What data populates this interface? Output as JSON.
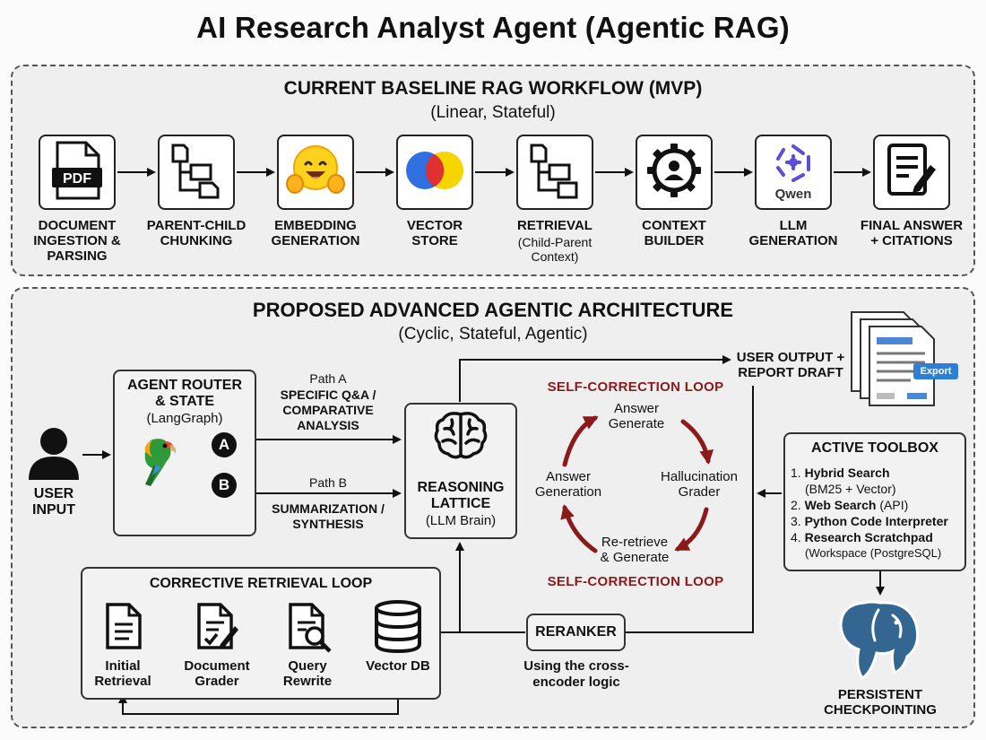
{
  "title": "AI Research Analyst Agent (Agentic RAG)",
  "baseline": {
    "title": "CURRENT BASELINE RAG WORKFLOW (MVP)",
    "subtitle": "(Linear, Stateful)",
    "steps": [
      {
        "label": "DOCUMENT\nINGESTION &\nPARSING",
        "sub": "",
        "icon": "pdf-icon",
        "icon_text": "PDF"
      },
      {
        "label": "PARENT-CHILD\nCHUNKING",
        "sub": "",
        "icon": "hierarchy-icon"
      },
      {
        "label": "EMBEDDING\nGENERATION",
        "sub": "",
        "icon": "hugging-face-icon"
      },
      {
        "label": "VECTOR\nSTORE",
        "sub": "",
        "icon": "venn-icon"
      },
      {
        "label": "RETRIEVAL",
        "sub": "(Child-Parent\nContext)",
        "icon": "hierarchy-icon"
      },
      {
        "label": "CONTEXT\nBUILDER",
        "sub": "",
        "icon": "gear-user-icon"
      },
      {
        "label": "LLM\nGENERATION",
        "sub": "",
        "icon": "qwen-icon",
        "icon_text": "Qwen"
      },
      {
        "label": "FINAL ANSWER\n+ CITATIONS",
        "sub": "",
        "icon": "document-pen-icon"
      }
    ]
  },
  "advanced": {
    "title": "PROPOSED ADVANCED AGENTIC ARCHITECTURE",
    "subtitle": "(Cyclic, Stateful, Agentic)",
    "user_input": "USER\nINPUT",
    "router": {
      "title": "AGENT ROUTER\n& STATE",
      "sub": "(LangGraph)",
      "node_a": "A",
      "node_b": "B"
    },
    "path_a": {
      "label": "Path A",
      "desc": "SPECIFIC Q&A /\nCOMPARATIVE\nANALYSIS"
    },
    "path_b": {
      "label": "Path B",
      "desc": "SUMMARIZATION /\nSYNTHESIS"
    },
    "reasoning": {
      "title": "REASONING\nLATTICE",
      "sub": "(LLM Brain)"
    },
    "self_correction": {
      "top_label": "SELF-CORRECTION LOOP",
      "bottom_label": "SELF-CORRECTION LOOP",
      "answer_generate": "Answer\nGenerate",
      "hallucination_grader": "Hallucination\nGrader",
      "re_retrieve": "Re-retrieve\n& Generate",
      "answer_generation": "Answer\nGeneration"
    },
    "user_output": "USER OUTPUT +\nREPORT DRAFT",
    "export_label": "Export",
    "toolbox": {
      "title": "ACTIVE TOOLBOX",
      "items": [
        {
          "num": "1.",
          "name": "Hybrid Search",
          "detail": "(BM25 + Vector)"
        },
        {
          "num": "2.",
          "name": "Web Search",
          "detail": "(API)"
        },
        {
          "num": "3.",
          "name": "Python Code Interpreter",
          "detail": ""
        },
        {
          "num": "4.",
          "name": "Research Scratchpad",
          "detail": "(Workspace (PostgreSQL)"
        }
      ]
    },
    "checkpoint": "PERSISTENT\nCHECKPOINTING",
    "corrective": {
      "title": "CORRECTIVE RETRIEVAL LOOP",
      "steps": [
        {
          "label": "Initial\nRetrieval",
          "icon": "document-icon"
        },
        {
          "label": "Document\nGrader",
          "icon": "document-check-icon"
        },
        {
          "label": "Query\nRewrite",
          "icon": "document-search-icon"
        },
        {
          "label": "Vector DB",
          "icon": "database-icon"
        }
      ]
    },
    "reranker": {
      "title": "RERANKER",
      "sub": "Using the cross-\nencoder logic"
    }
  },
  "colors": {
    "loop_red": "#8b1a1a",
    "venn_blue": "#2f6fe0",
    "venn_yellow": "#f5d400",
    "venn_red": "#e0302f",
    "qwen_purple": "#5a4fd6",
    "export_blue": "#2f7fd6",
    "postgres_blue": "#336791"
  }
}
